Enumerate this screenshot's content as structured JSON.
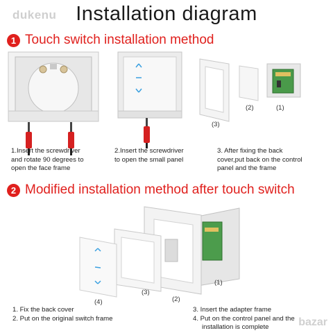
{
  "page": {
    "title": "Installation diagram",
    "watermark": "dukenu",
    "corner_mark": "bazar"
  },
  "section1": {
    "number": "1",
    "title": "Touch switch installation method",
    "captions": [
      [
        "1.Insert the screwdriver",
        "and rotate 90 degrees to",
        "open the face frame"
      ],
      [
        "2.Insert the screwdriver",
        "to open the small panel"
      ],
      [
        "3. After fixing the back",
        "cover,put back on the control",
        "panel and the frame"
      ]
    ],
    "part_labels": {
      "frame": "(3)",
      "panel": "(2)",
      "box": "(1)"
    }
  },
  "section2": {
    "number": "2",
    "title": "Modified installation method after touch switch",
    "captions_left": [
      "1. Fix the back cover",
      "2. Put on the original switch frame"
    ],
    "captions_right": [
      "3. Insert the adapter frame",
      "4. Put on the control panel and the",
      "installation is complete"
    ],
    "part_labels": {
      "panel": "(4)",
      "frame": "(3)",
      "adapter": "(2)",
      "box": "(1)"
    }
  },
  "colors": {
    "accent": "#e0201d",
    "text": "#1a1a1a"
  },
  "icons": [
    "screwdriver-icon",
    "arrow-up-icon",
    "arrow-down-icon"
  ]
}
